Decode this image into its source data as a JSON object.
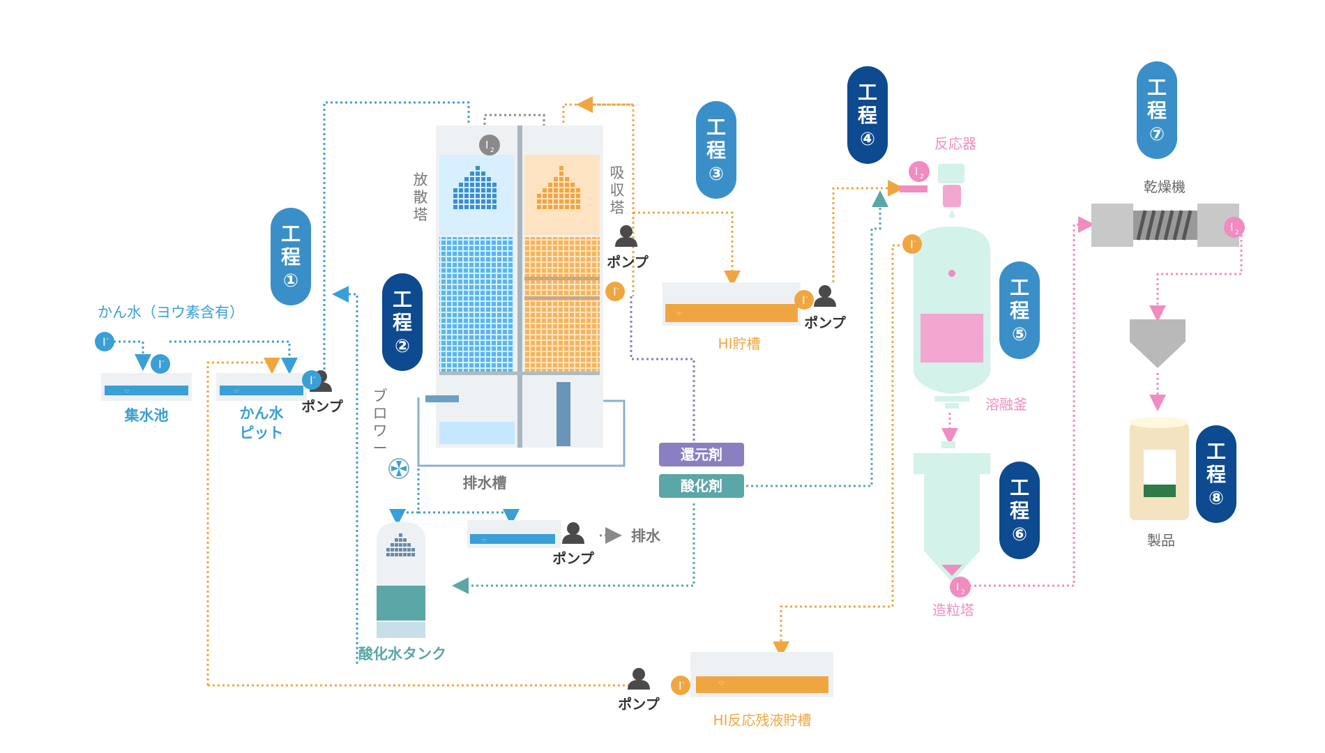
{
  "colors": {
    "blue": "#3a9fd6",
    "blue_light": "#d7efff",
    "blue_grid": "#58b7ee",
    "navy": "#0d4a8f",
    "process_blue": "#3b8fc8",
    "orange": "#f0a640",
    "orange_light": "#fde3c2",
    "gray": "#8a8a8a",
    "gray_light": "#eef1f4",
    "teal": "#5ba6a6",
    "purple": "#8a7fc0",
    "pink": "#f08cc0",
    "mint": "#d2f2ea"
  },
  "steps": {
    "s1": {
      "a": "工",
      "b": "程",
      "c": "①"
    },
    "s2": {
      "a": "工",
      "b": "程",
      "c": "②"
    },
    "s3": {
      "a": "工",
      "b": "程",
      "c": "③"
    },
    "s4": {
      "a": "工",
      "b": "程",
      "c": "④"
    },
    "s5": {
      "a": "工",
      "b": "程",
      "c": "⑤"
    },
    "s6": {
      "a": "工",
      "b": "程",
      "c": "⑥"
    },
    "s7": {
      "a": "工",
      "b": "程",
      "c": "⑦"
    },
    "s8": {
      "a": "工",
      "b": "程",
      "c": "⑧"
    }
  },
  "labels": {
    "brine_source": "かん水（ヨウ素含有）",
    "collection_pond": "集水池",
    "brine_pit_1": "かん水",
    "brine_pit_2": "ピット",
    "pump": "ポンプ",
    "diffusion_tower": [
      "放",
      "散",
      "塔"
    ],
    "absorption_tower": [
      "吸",
      "収",
      "塔"
    ],
    "blower": [
      "ブ",
      "ロ",
      "ワ",
      "ー"
    ],
    "drain_tank": "排水槽",
    "drain": "排水",
    "oxidized_water_tank": "酸化水タンク",
    "reducing_agent": "還元剤",
    "oxidizing_agent": "酸化剤",
    "hi_storage": "HI貯槽",
    "reactor": "反応器",
    "melting_pot": "溶融釜",
    "granulation_tower": "造粒塔",
    "dryer": "乾燥機",
    "product": "製品",
    "hi_residue_tank": "HI反応残液貯槽",
    "iodide_ion": "I",
    "iodide_sup": "-",
    "iodine": "I",
    "iodine_sub": "2"
  }
}
